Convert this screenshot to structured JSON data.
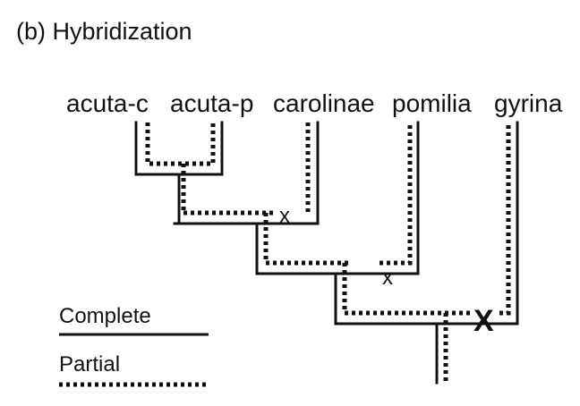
{
  "title": "(b) Hybridization",
  "taxa": [
    "acuta-c",
    "acuta-p",
    "carolinae",
    "pomilia",
    "gyrina"
  ],
  "crossings": [
    "x",
    "x",
    "X"
  ],
  "legend": {
    "complete_label": "Complete",
    "partial_label": "Partial"
  },
  "colors": {
    "line": "#111111"
  }
}
